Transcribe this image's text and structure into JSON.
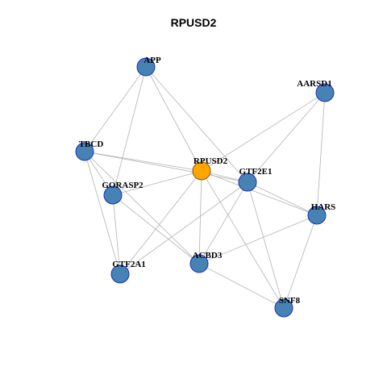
{
  "title": "RPUSD2",
  "colors": {
    "node_fill": "#4682b4",
    "node_stroke": "#1f2fbf",
    "center_fill": "#ffa500",
    "center_stroke": "#8b5a00",
    "edge": "#b3b3b3"
  },
  "nodes": [
    {
      "id": "APP",
      "label": "APP",
      "type": "neighbor"
    },
    {
      "id": "AARSD1",
      "label": "AARSD1",
      "type": "neighbor"
    },
    {
      "id": "TBCD",
      "label": "TBCD",
      "type": "neighbor"
    },
    {
      "id": "RPUSD2",
      "label": "RPUSD2",
      "type": "center"
    },
    {
      "id": "GTF2E1",
      "label": "GTF2E1",
      "type": "neighbor"
    },
    {
      "id": "GORASP2",
      "label": "GORASP2",
      "type": "neighbor"
    },
    {
      "id": "HARS",
      "label": "HARS",
      "type": "neighbor"
    },
    {
      "id": "ACBD3",
      "label": "ACBD3",
      "type": "neighbor"
    },
    {
      "id": "GTF2A1",
      "label": "GTF2A1",
      "type": "neighbor"
    },
    {
      "id": "SNF8",
      "label": "SNF8",
      "type": "neighbor"
    }
  ],
  "edges": [
    [
      "APP",
      "TBCD"
    ],
    [
      "APP",
      "GORASP2"
    ],
    [
      "APP",
      "RPUSD2"
    ],
    [
      "APP",
      "GTF2E1"
    ],
    [
      "AARSD1",
      "RPUSD2"
    ],
    [
      "AARSD1",
      "GTF2E1"
    ],
    [
      "AARSD1",
      "HARS"
    ],
    [
      "TBCD",
      "RPUSD2"
    ],
    [
      "TBCD",
      "GORASP2"
    ],
    [
      "TBCD",
      "GTF2A1"
    ],
    [
      "TBCD",
      "ACBD3"
    ],
    [
      "TBCD",
      "GTF2E1"
    ],
    [
      "RPUSD2",
      "GORASP2"
    ],
    [
      "RPUSD2",
      "GTF2E1"
    ],
    [
      "RPUSD2",
      "ACBD3"
    ],
    [
      "RPUSD2",
      "GTF2A1"
    ],
    [
      "RPUSD2",
      "HARS"
    ],
    [
      "RPUSD2",
      "SNF8"
    ],
    [
      "GORASP2",
      "GTF2A1"
    ],
    [
      "GORASP2",
      "ACBD3"
    ],
    [
      "GTF2E1",
      "HARS"
    ],
    [
      "GTF2E1",
      "ACBD3"
    ],
    [
      "GTF2E1",
      "GTF2A1"
    ],
    [
      "GTF2E1",
      "SNF8"
    ],
    [
      "HARS",
      "ACBD3"
    ],
    [
      "HARS",
      "SNF8"
    ],
    [
      "ACBD3",
      "SNF8"
    ]
  ]
}
